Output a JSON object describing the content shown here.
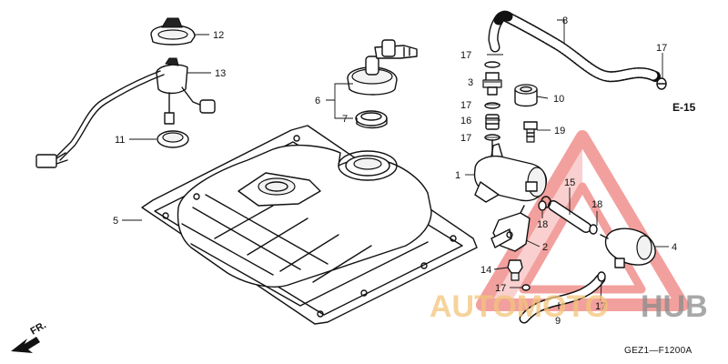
{
  "diagram": {
    "callouts": [
      {
        "id": "c1",
        "text": "1"
      },
      {
        "id": "c2",
        "text": "2"
      },
      {
        "id": "c3",
        "text": "3"
      },
      {
        "id": "c4",
        "text": "4"
      },
      {
        "id": "c5",
        "text": "5"
      },
      {
        "id": "c6",
        "text": "6"
      },
      {
        "id": "c7",
        "text": "7"
      },
      {
        "id": "c8",
        "text": "8"
      },
      {
        "id": "c9",
        "text": "9"
      },
      {
        "id": "c10",
        "text": "10"
      },
      {
        "id": "c11",
        "text": "11"
      },
      {
        "id": "c12",
        "text": "12"
      },
      {
        "id": "c13",
        "text": "13"
      },
      {
        "id": "c14",
        "text": "14"
      },
      {
        "id": "c15",
        "text": "15"
      },
      {
        "id": "c16",
        "text": "16"
      },
      {
        "id": "c17a",
        "text": "17"
      },
      {
        "id": "c17b",
        "text": "17"
      },
      {
        "id": "c17c",
        "text": "17"
      },
      {
        "id": "c17d",
        "text": "17"
      },
      {
        "id": "c17e",
        "text": "17"
      },
      {
        "id": "c17f",
        "text": "17"
      },
      {
        "id": "c18a",
        "text": "18"
      },
      {
        "id": "c18b",
        "text": "18"
      },
      {
        "id": "c19",
        "text": "19"
      }
    ],
    "reference": "E-15",
    "direction_label": "FR.",
    "diagram_code": "GEZ1—F1200A"
  },
  "watermark": {
    "part1": "AUTOMOTO",
    "part2": "HUB",
    "color_accent": "#f3c57a",
    "color_gray": "#8b8b8b",
    "logo_color": "#e8534f"
  }
}
